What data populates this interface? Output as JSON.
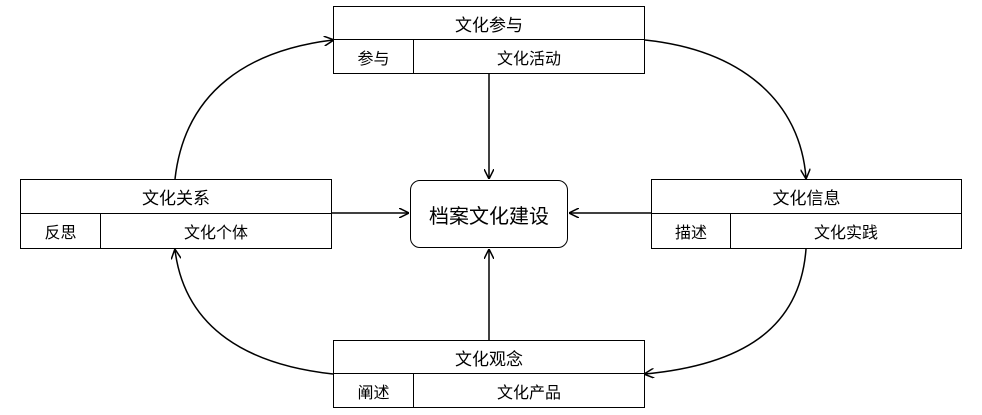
{
  "center": {
    "label": "档案文化建设"
  },
  "nodes": {
    "top": {
      "title": "文化参与",
      "key": "参与",
      "value": "文化活动"
    },
    "left": {
      "title": "文化关系",
      "key": "反思",
      "value": "文化个体"
    },
    "right": {
      "title": "文化信息",
      "key": "描述",
      "value": "文化实践"
    },
    "bottom": {
      "title": "文化观念",
      "key": "阐述",
      "value": "文化产品"
    }
  }
}
